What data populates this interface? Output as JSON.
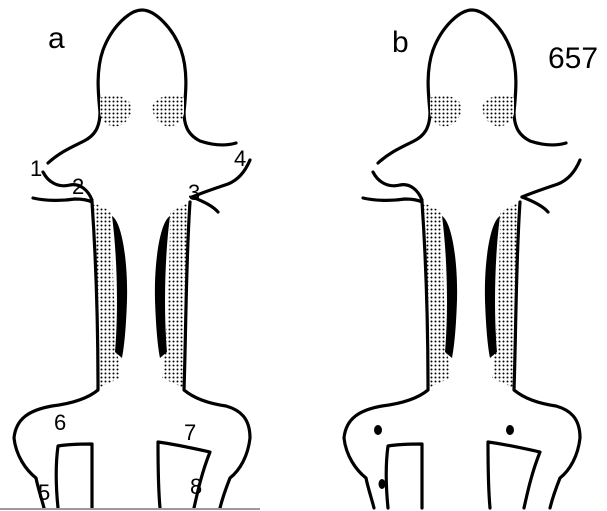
{
  "panels": [
    {
      "label": "a",
      "numbers": [
        "1",
        "2",
        "3",
        "4",
        "5",
        "6",
        "7",
        "8"
      ]
    },
    {
      "label": "b",
      "id_number": "657"
    }
  ],
  "colors": {
    "outline": "#000000",
    "stipple": "#000000",
    "baseline": "#9a9a9a"
  }
}
